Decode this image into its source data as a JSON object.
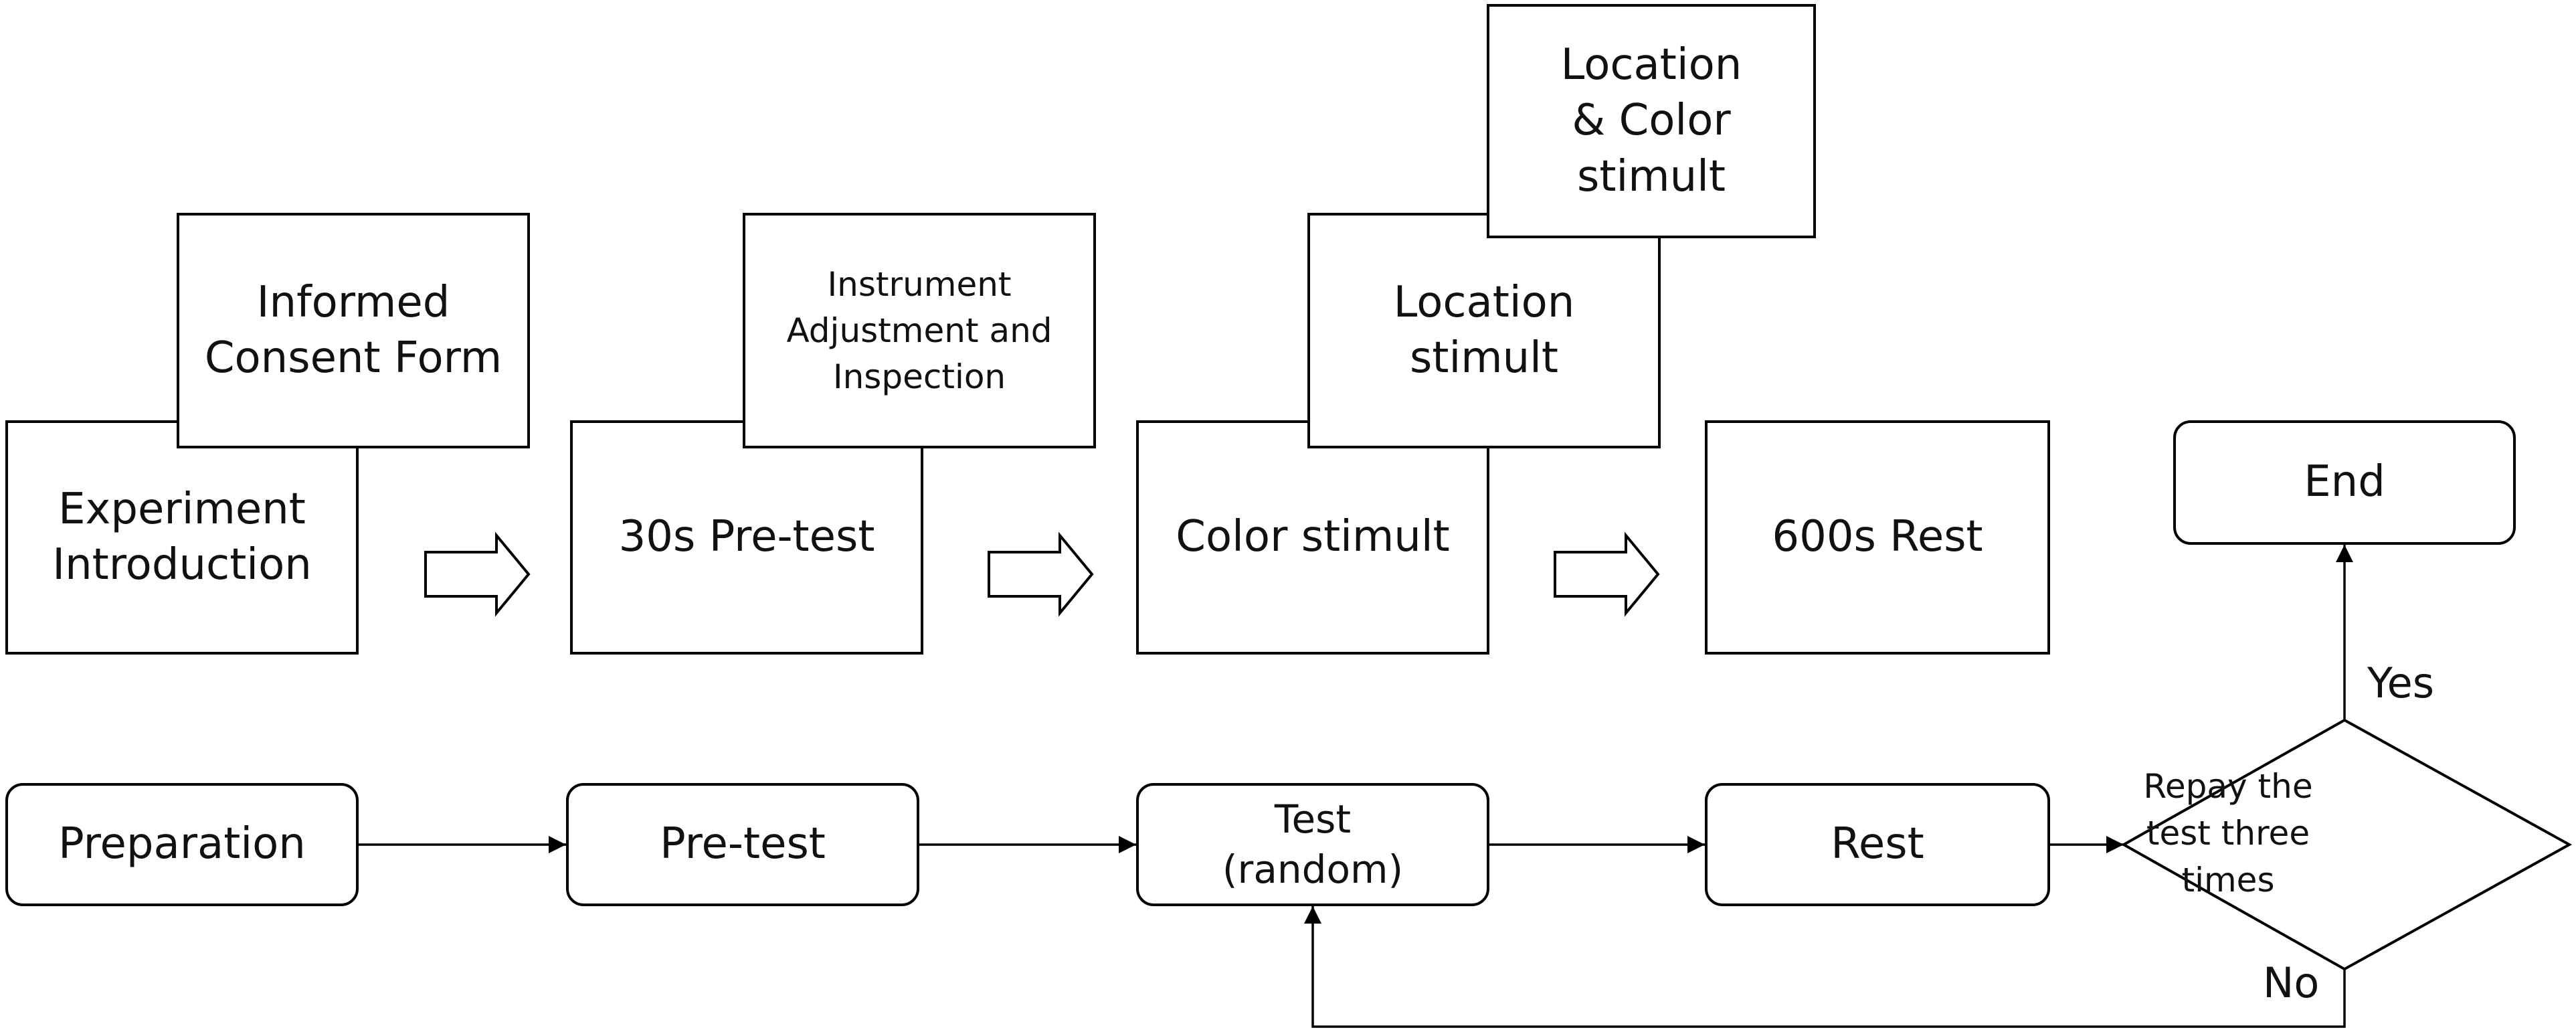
{
  "upper_row": {
    "preparation_back": "Experiment\nIntroduction",
    "preparation_front": "Informed\nConsent Form",
    "pretest_back": "30s Pre-test",
    "pretest_front": "Instrument\nAdjustment and\nInspection",
    "test_back": "Color stimult",
    "test_middle": "Location\nstimult",
    "test_front": "Location\n& Color\nstimult",
    "rest": "600s Rest",
    "end": "End"
  },
  "lower_row": {
    "preparation": "Preparation",
    "pretest": "Pre-test",
    "test": "Test\n(random)",
    "rest": "Rest",
    "decision": "Repay the\ntest three\ntimes",
    "yes_label": "Yes",
    "no_label": "No"
  }
}
